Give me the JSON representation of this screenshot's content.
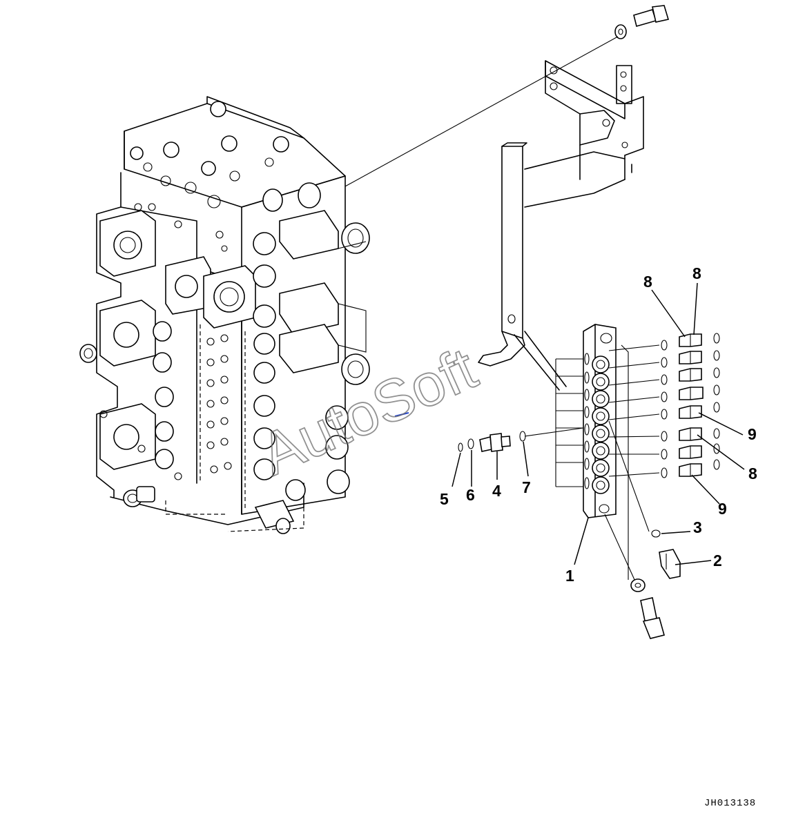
{
  "diagram": {
    "drawing_code": "JH013138",
    "watermark": "AutoSoft",
    "callouts": {
      "c1": "1",
      "c2": "2",
      "c3": "3",
      "c4": "4",
      "c5": "5",
      "c6": "6",
      "c7": "7",
      "c8a": "8",
      "c8b": "8",
      "c8c": "8",
      "c9a": "9",
      "c9b": "9"
    }
  }
}
